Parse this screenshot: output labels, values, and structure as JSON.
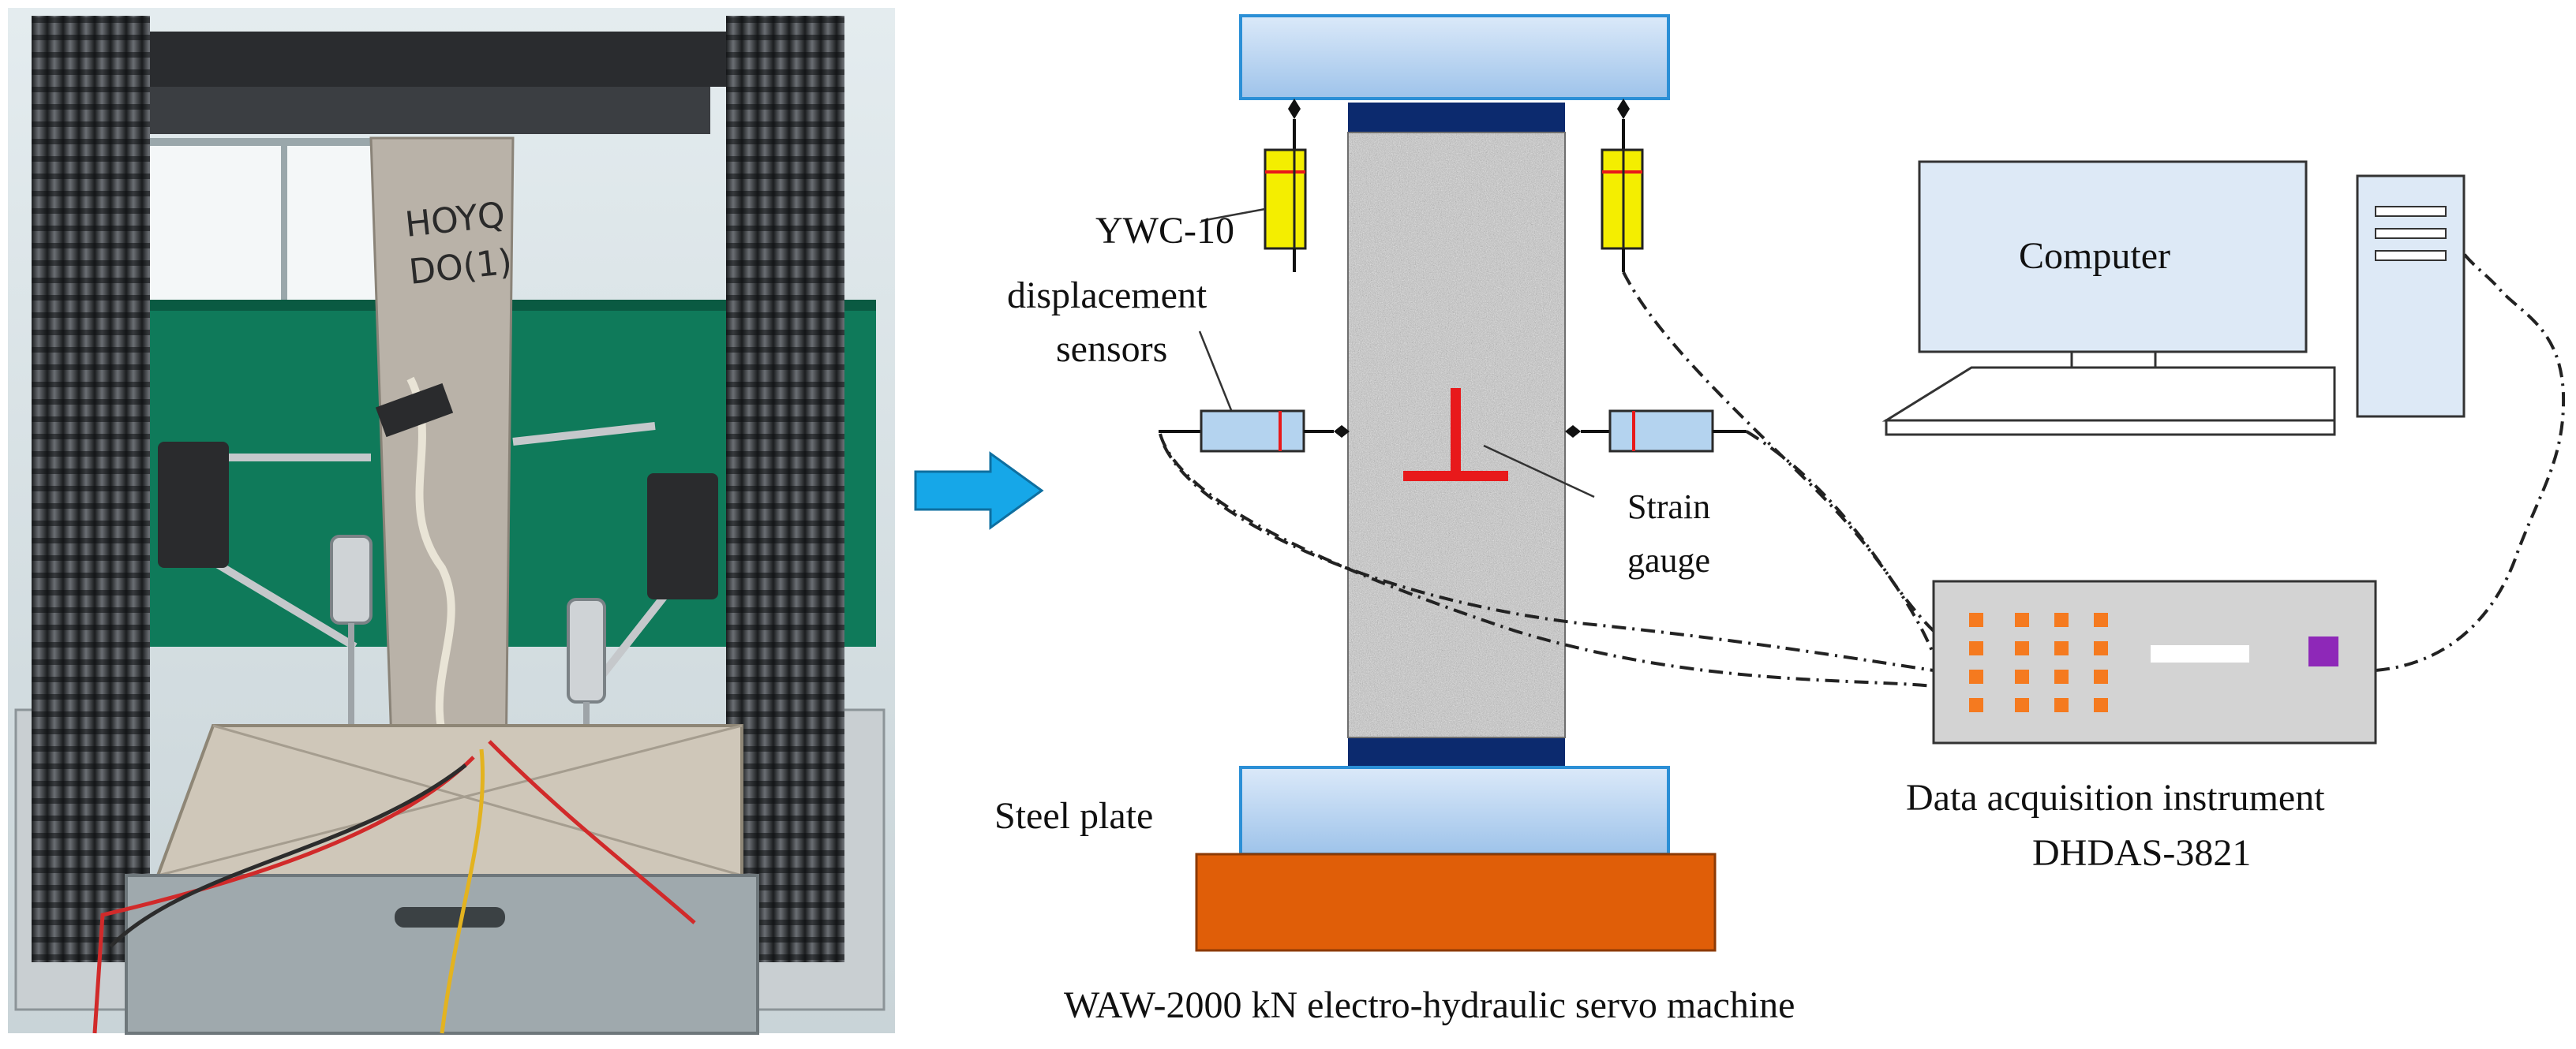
{
  "labels": {
    "sensor_model": "YWC-10",
    "sensor_desc_1": "displacement",
    "sensor_desc_2": "sensors",
    "computer": "Computer",
    "strain_1": "Strain",
    "strain_2": "gauge",
    "steel_plate": "Steel plate",
    "daq_1": "Data acquisition instrument",
    "daq_2": "DHDAS-3821",
    "machine": "WAW-2000 kN electro-hydraulic servo machine"
  },
  "photo": {
    "specimen_marking_1": "HOYQ",
    "specimen_marking_2": "DO(1)"
  },
  "colors": {
    "plate_blue": "#bcd6f2",
    "plate_edge": "#2b8fd6",
    "end_cap": "#0c2a6e",
    "specimen_gray": "#b9b9b9",
    "sensor_yellow": "#f4ee00",
    "strain_red": "#e8191b",
    "base_orange": "#e05e08",
    "arrow_blue": "#16a7e8",
    "daq_gray": "#d3d3d3",
    "led_orange": "#f57a1f",
    "daq_purple": "#8e28b8",
    "computer_fill": "#dde9f6"
  },
  "icons": {
    "flow_arrow": "right-arrow-icon",
    "computer": "desktop-computer-icon",
    "daq": "data-acquisition-icon"
  }
}
